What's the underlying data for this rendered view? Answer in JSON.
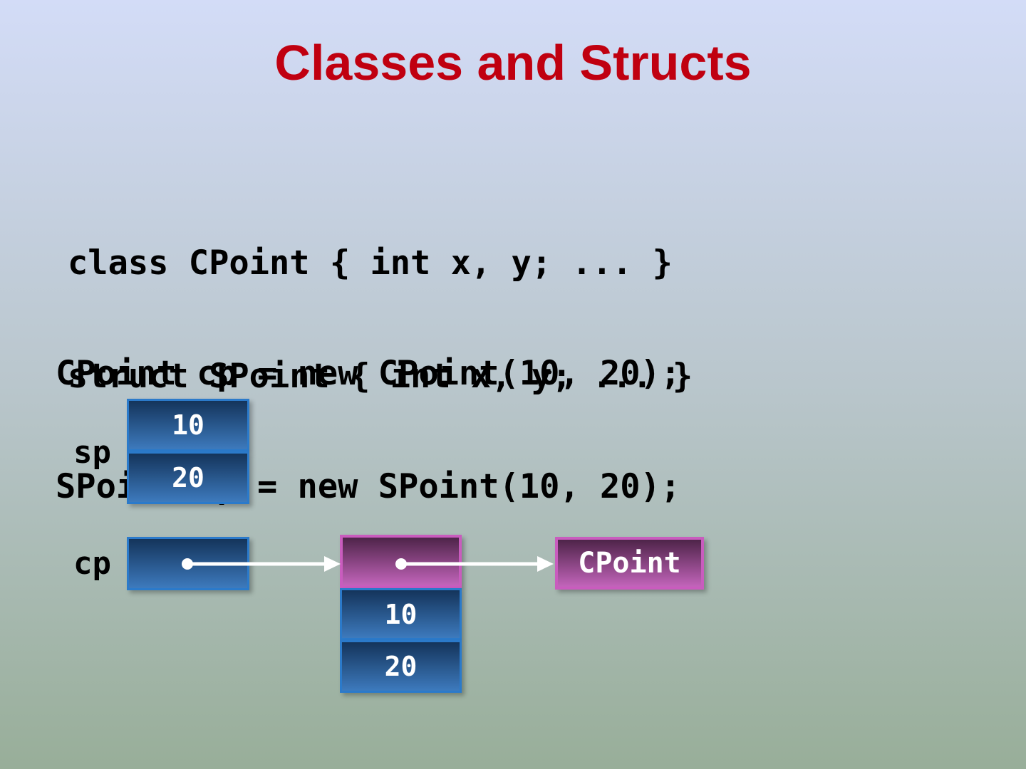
{
  "title": "Classes and Structs",
  "code": {
    "declarations": [
      "class CPoint { int x, y; ... }",
      "struct SPoint { int x, y; ... }"
    ],
    "instantiations": [
      "CPoint cp = new CPoint(10, 20);",
      "SPoint sp = new SPoint(10, 20);"
    ]
  },
  "diagram": {
    "sp_label": "sp",
    "sp_fields": [
      "10",
      "20"
    ],
    "cp_label": "cp",
    "heap_fields": [
      "10",
      "20"
    ],
    "type_label": "CPoint"
  },
  "colors": {
    "bg_top": "#d3dcf7",
    "bg_mid": "#b9c6cc",
    "bg_bottom": "#98ae99",
    "title": "#c00010",
    "code_text": "#000000",
    "blue_border": "#2b7aca",
    "blue_gradient_top": "#14345b",
    "blue_gradient_bottom": "#3d7abd",
    "magenta_border": "#c95cbe",
    "magenta_gradient_top": "#4e2449",
    "magenta_gradient_bottom": "#c264ba",
    "pointer": "#ffffff"
  }
}
